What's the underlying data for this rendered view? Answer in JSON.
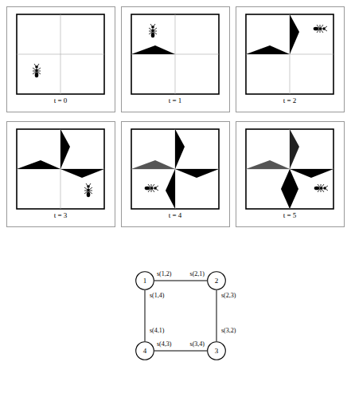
{
  "diagram": {
    "nodes": [
      {
        "text": [
          "1"
        ]
      },
      {
        "text": [
          "2"
        ]
      },
      {
        "text": [
          "3"
        ]
      },
      {
        "text": [
          "4"
        ]
      }
    ],
    "edges": [
      {
        "from": 0,
        "to": 1,
        "arrow": "none"
      },
      {
        "from": 1,
        "to": 2,
        "arrow": "none"
      },
      {
        "from": 2,
        "to": 3,
        "arrow": "none"
      },
      {
        "from": 3,
        "to": 0,
        "arrow": "none"
      }
    ],
    "labels": [
      "t = 0",
      "t = 1",
      "t = 2",
      "t = 3",
      "t = 4",
      "t = 5",
      "s(1,2)",
      "s(2,1)",
      "s(1,4)",
      "s(2,3)",
      "s(3,2)",
      "s(4,1)",
      "s(4,3)",
      "s(3,4)"
    ]
  }
}
